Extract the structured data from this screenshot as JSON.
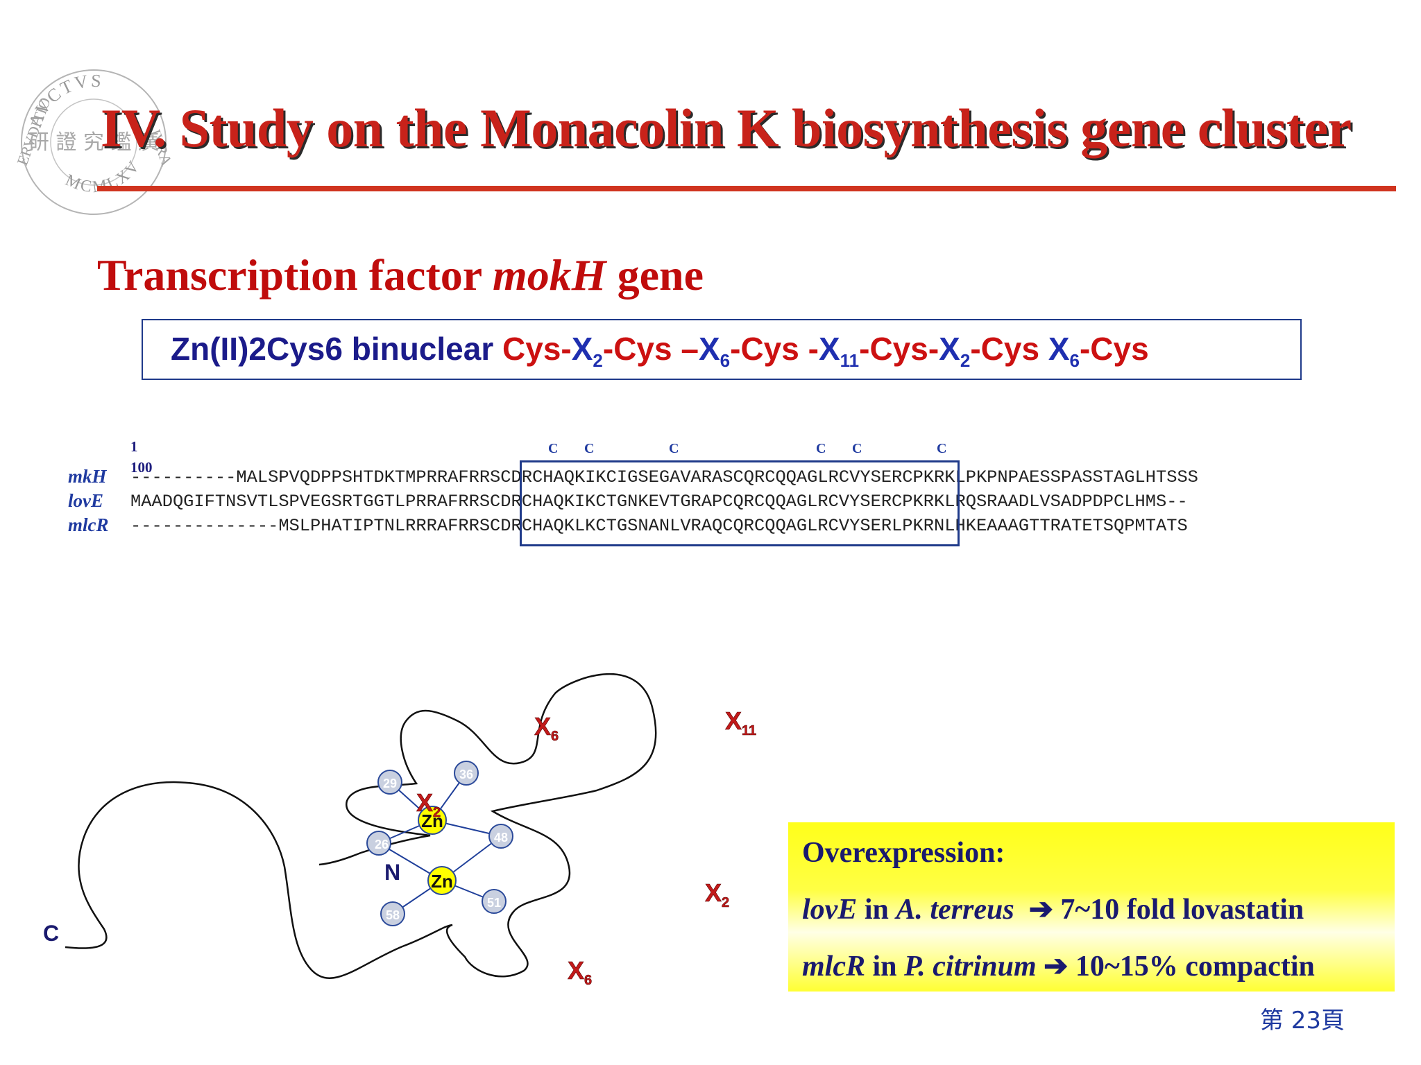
{
  "seal": {
    "top_text": "AVCTVS",
    "right_text": "IVRA",
    "bottom_text": "MCMLXV",
    "left_text": "ERVDITIO",
    "center_chars": "研 證 究 鑑 廣"
  },
  "title": "IV. Study on the Monacolin K biosynthesis gene cluster",
  "subtitle": {
    "part1": "Transcription factor ",
    "gene": "mokH",
    "part2": " gene"
  },
  "motif": {
    "prefix": "Zn(II)2Cys6 binuclear ",
    "segments": [
      {
        "t": "Cys",
        "c": "red"
      },
      {
        "t": "-",
        "c": "red"
      },
      {
        "t": "X",
        "c": "blue",
        "sub": "2"
      },
      {
        "t": "-Cys",
        "c": "red"
      },
      {
        "t": " –",
        "c": "red"
      },
      {
        "t": "X",
        "c": "blue",
        "sub": "6"
      },
      {
        "t": "-Cys ",
        "c": "red"
      },
      {
        "t": "-",
        "c": "red"
      },
      {
        "t": "X",
        "c": "blue",
        "sub": "11"
      },
      {
        "t": "-Cys-",
        "c": "red"
      },
      {
        "t": "X",
        "c": "blue",
        "sub": "2"
      },
      {
        "t": "-Cys ",
        "c": "red"
      },
      {
        "t": "X",
        "c": "blue",
        "sub": "6"
      },
      {
        "t": "-Cys",
        "c": "red"
      }
    ]
  },
  "alignment": {
    "start_pos": "1",
    "end_pos": "100",
    "cys_marks": [
      "C",
      "C",
      "C",
      "C",
      "C",
      "C"
    ],
    "rows": [
      {
        "name": "mkH",
        "seq": "----------MALSPVQDPPSHTDKTMPRRAFRRSCDRCHAQKIKCIGSEGAVARASCQRCQQAGLRCVYSERCPKRKLPKPNPAESSPASSTAGLHTSSS"
      },
      {
        "name": "lovE",
        "seq": "MAADQGIFTNSVTLSPVEGSRTGGTLPRRAFRRSCDRCHAQKIKCTGNKEVTGRAPCQRCQQAGLRCVYSERCPKRKLRQSRAADLVSADPDPCLHMS--"
      },
      {
        "name": "mlcR",
        "seq": "--------------MSLPHATIPTNLRRRAFRRSCDRCHAQKLKCTGSNANLVRAQCQRCQQAGLRCVYSERLPKRNLHKEAAAGTTRATETSQPMTATS"
      }
    ]
  },
  "diagram": {
    "zn_label": "Zn",
    "n_label": "N",
    "c_label": "C",
    "residues": [
      "29",
      "36",
      "26",
      "48",
      "51",
      "58"
    ],
    "loops": [
      {
        "x": "X",
        "sub": "6"
      },
      {
        "x": "X",
        "sub": "11"
      },
      {
        "x": "X",
        "sub": "2"
      },
      {
        "x": "X",
        "sub": "2"
      },
      {
        "x": "X",
        "sub": "6"
      }
    ]
  },
  "overexpression": {
    "heading": "Overexpression:",
    "lines": [
      {
        "gene": "lovE",
        "mid": " in ",
        "species": "A. terreus",
        "arrow": "➔",
        "result": "7~10 fold lovastatin"
      },
      {
        "gene": "mlcR",
        "mid": " in ",
        "species": "P. citrinum",
        "arrow": "➔",
        "result": "10~15%  compactin"
      }
    ]
  },
  "page_number": "第 23頁"
}
